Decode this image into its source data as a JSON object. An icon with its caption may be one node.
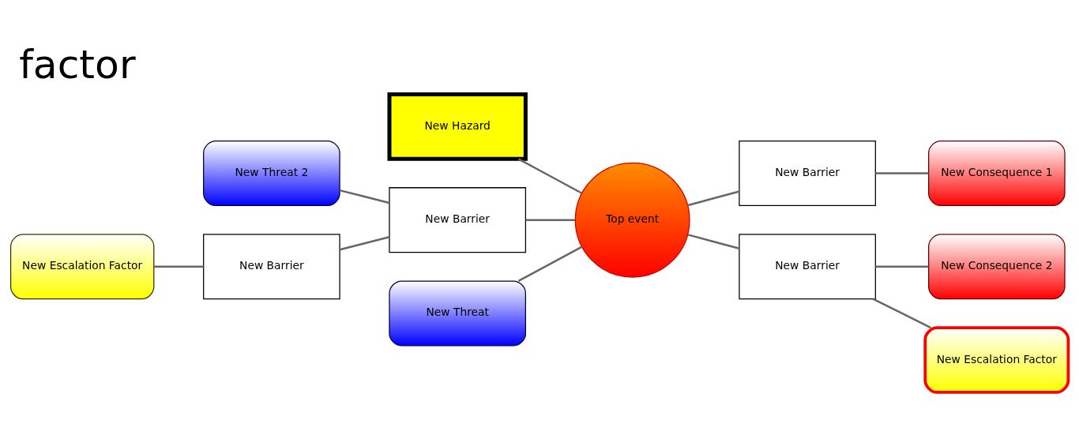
{
  "diagram": {
    "title": "factor",
    "nodes": [
      {
        "text": [
          "New Hazard"
        ]
      },
      {
        "text": [
          "Top event"
        ]
      },
      {
        "text": [
          "New Threat 2"
        ]
      },
      {
        "text": [
          "New Barrier"
        ]
      },
      {
        "text": [
          "New Escalation Factor"
        ]
      },
      {
        "text": [
          "New Barrier"
        ]
      },
      {
        "text": [
          "New Threat"
        ]
      },
      {
        "text": [
          "New Barrier"
        ]
      },
      {
        "text": [
          "New Consequence 1"
        ]
      },
      {
        "text": [
          "New Barrier"
        ]
      },
      {
        "text": [
          "New Consequence 2"
        ]
      },
      {
        "text": [
          "New Escalation Factor"
        ]
      }
    ],
    "edges": [
      {
        "from": 0,
        "to": 1,
        "arrow": "none"
      },
      {
        "from": 2,
        "to": 3,
        "arrow": "none"
      },
      {
        "from": 3,
        "to": 1,
        "arrow": "none"
      },
      {
        "from": 4,
        "to": 5,
        "arrow": "none"
      },
      {
        "from": 5,
        "to": 3,
        "arrow": "none"
      },
      {
        "from": 6,
        "to": 1,
        "arrow": "none"
      },
      {
        "from": 1,
        "to": 7,
        "arrow": "none"
      },
      {
        "from": 7,
        "to": 8,
        "arrow": "none"
      },
      {
        "from": 1,
        "to": 9,
        "arrow": "none"
      },
      {
        "from": 9,
        "to": 10,
        "arrow": "none"
      },
      {
        "from": 9,
        "to": 11,
        "arrow": "none"
      }
    ]
  }
}
